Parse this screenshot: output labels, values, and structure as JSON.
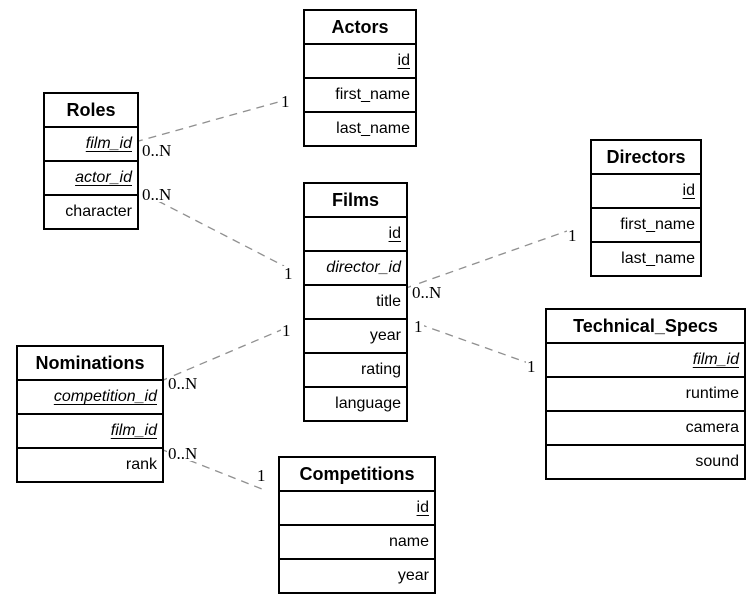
{
  "diagram": {
    "type": "entity-relationship",
    "colors": {
      "background": "#ffffff",
      "entity_border": "#000000",
      "text": "#000000",
      "relationship_line": "#8f8f8f"
    },
    "entities": [
      {
        "name": "Actors",
        "attributes": [
          {
            "name": "id",
            "key": "primary"
          },
          {
            "name": "first_name",
            "key": "none"
          },
          {
            "name": "last_name",
            "key": "none"
          }
        ]
      },
      {
        "name": "Roles",
        "attributes": [
          {
            "name": "film_id",
            "key": "primary-foreign"
          },
          {
            "name": "actor_id",
            "key": "primary-foreign"
          },
          {
            "name": "character",
            "key": "none"
          }
        ]
      },
      {
        "name": "Films",
        "attributes": [
          {
            "name": "id",
            "key": "primary"
          },
          {
            "name": "director_id",
            "key": "foreign"
          },
          {
            "name": "title",
            "key": "none"
          },
          {
            "name": "year",
            "key": "none"
          },
          {
            "name": "rating",
            "key": "none"
          },
          {
            "name": "language",
            "key": "none"
          }
        ]
      },
      {
        "name": "Directors",
        "attributes": [
          {
            "name": "id",
            "key": "primary"
          },
          {
            "name": "first_name",
            "key": "none"
          },
          {
            "name": "last_name",
            "key": "none"
          }
        ]
      },
      {
        "name": "Nominations",
        "attributes": [
          {
            "name": "competition_id",
            "key": "primary-foreign"
          },
          {
            "name": "film_id",
            "key": "primary-foreign"
          },
          {
            "name": "rank",
            "key": "none"
          }
        ]
      },
      {
        "name": "Technical_Specs",
        "attributes": [
          {
            "name": "film_id",
            "key": "primary-foreign"
          },
          {
            "name": "runtime",
            "key": "none"
          },
          {
            "name": "camera",
            "key": "none"
          },
          {
            "name": "sound",
            "key": "none"
          }
        ]
      },
      {
        "name": "Competitions",
        "attributes": [
          {
            "name": "id",
            "key": "primary"
          },
          {
            "name": "name",
            "key": "none"
          },
          {
            "name": "year",
            "key": "none"
          }
        ]
      }
    ],
    "relationships": [
      {
        "from": "Roles",
        "to": "Actors",
        "from_card": "0..N",
        "to_card": "1"
      },
      {
        "from": "Roles",
        "to": "Films",
        "from_card": "0..N",
        "to_card": "1"
      },
      {
        "from": "Nominations",
        "to": "Films",
        "from_card": "0..N",
        "to_card": "1"
      },
      {
        "from": "Films",
        "to": "Directors",
        "from_card": "0..N",
        "to_card": "1"
      },
      {
        "from": "Films",
        "to": "Technical_Specs",
        "from_card": "1",
        "to_card": "1"
      },
      {
        "from": "Nominations",
        "to": "Competitions",
        "from_card": "0..N",
        "to_card": "1"
      }
    ]
  }
}
